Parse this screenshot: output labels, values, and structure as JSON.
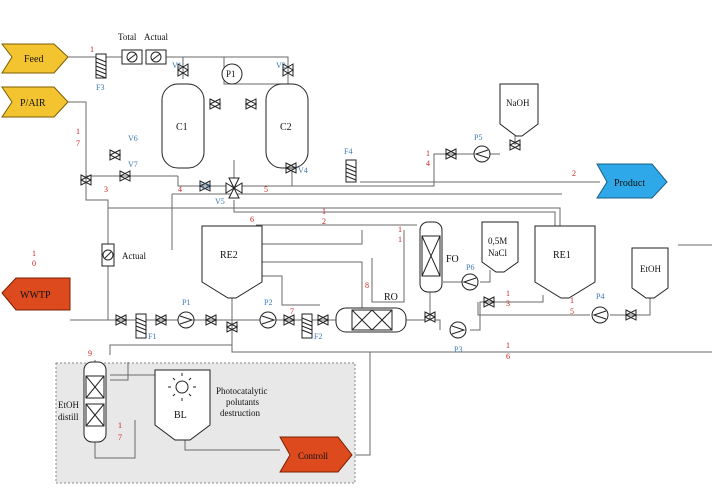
{
  "arrows": {
    "feed": "Feed",
    "pair": "P/AIR",
    "product": "Product",
    "wwtp": "WWTP",
    "controll": "Controll"
  },
  "colors": {
    "feed_arrow": "#f4c430",
    "product_arrow": "#2ea8e8",
    "wwtp_arrow": "#dc4a1e",
    "panel": "#e8e8e8"
  },
  "vessels": {
    "c1": "C1",
    "c2": "C2",
    "re1": "RE1",
    "re2": "RE2",
    "fo": "FO",
    "ro": "RO",
    "bl": "BL",
    "naoh": "NaOH",
    "nacl_line1": "0,5M",
    "nacl_line2": "NaCl",
    "etoh_tank": "EtOH"
  },
  "labels": {
    "total": "Total",
    "actual_top": "Actual",
    "actual_side": "Actual",
    "p1_gauge": "P1",
    "distill_line1": "EtOH",
    "distill_line2": "distill",
    "photo_line1": "Photocatalytic",
    "photo_line2": "polutants",
    "photo_line3": "destruction"
  },
  "equipment_tags": {
    "f1": "F1",
    "f2": "F2",
    "f3": "F3",
    "f4": "F4",
    "v1": "V1",
    "v2": "V2",
    "v3": "V3",
    "v4": "V4",
    "v5": "V5",
    "v6": "V6",
    "v7": "V7",
    "p1": "P1",
    "p2": "P2",
    "p3": "P3",
    "p4": "P4",
    "p5": "P5",
    "p6": "P6"
  },
  "stream_numbers": {
    "s1": "1",
    "s2": "2",
    "s3": "3",
    "s4": "4",
    "s5": "5",
    "s6": "6",
    "s7": "7",
    "s8": "8",
    "s9": "9",
    "s10a": "1",
    "s10b": "0",
    "s11a": "1",
    "s11b": "1",
    "s12a": "1",
    "s12b": "2",
    "s13a": "1",
    "s13b": "3",
    "s14a": "1",
    "s14b": "4",
    "s15a": "1",
    "s15b": "5",
    "s16a": "1",
    "s16b": "6",
    "s17a": "1",
    "s17b": "7",
    "s17c": "1",
    "s17d": "7"
  }
}
